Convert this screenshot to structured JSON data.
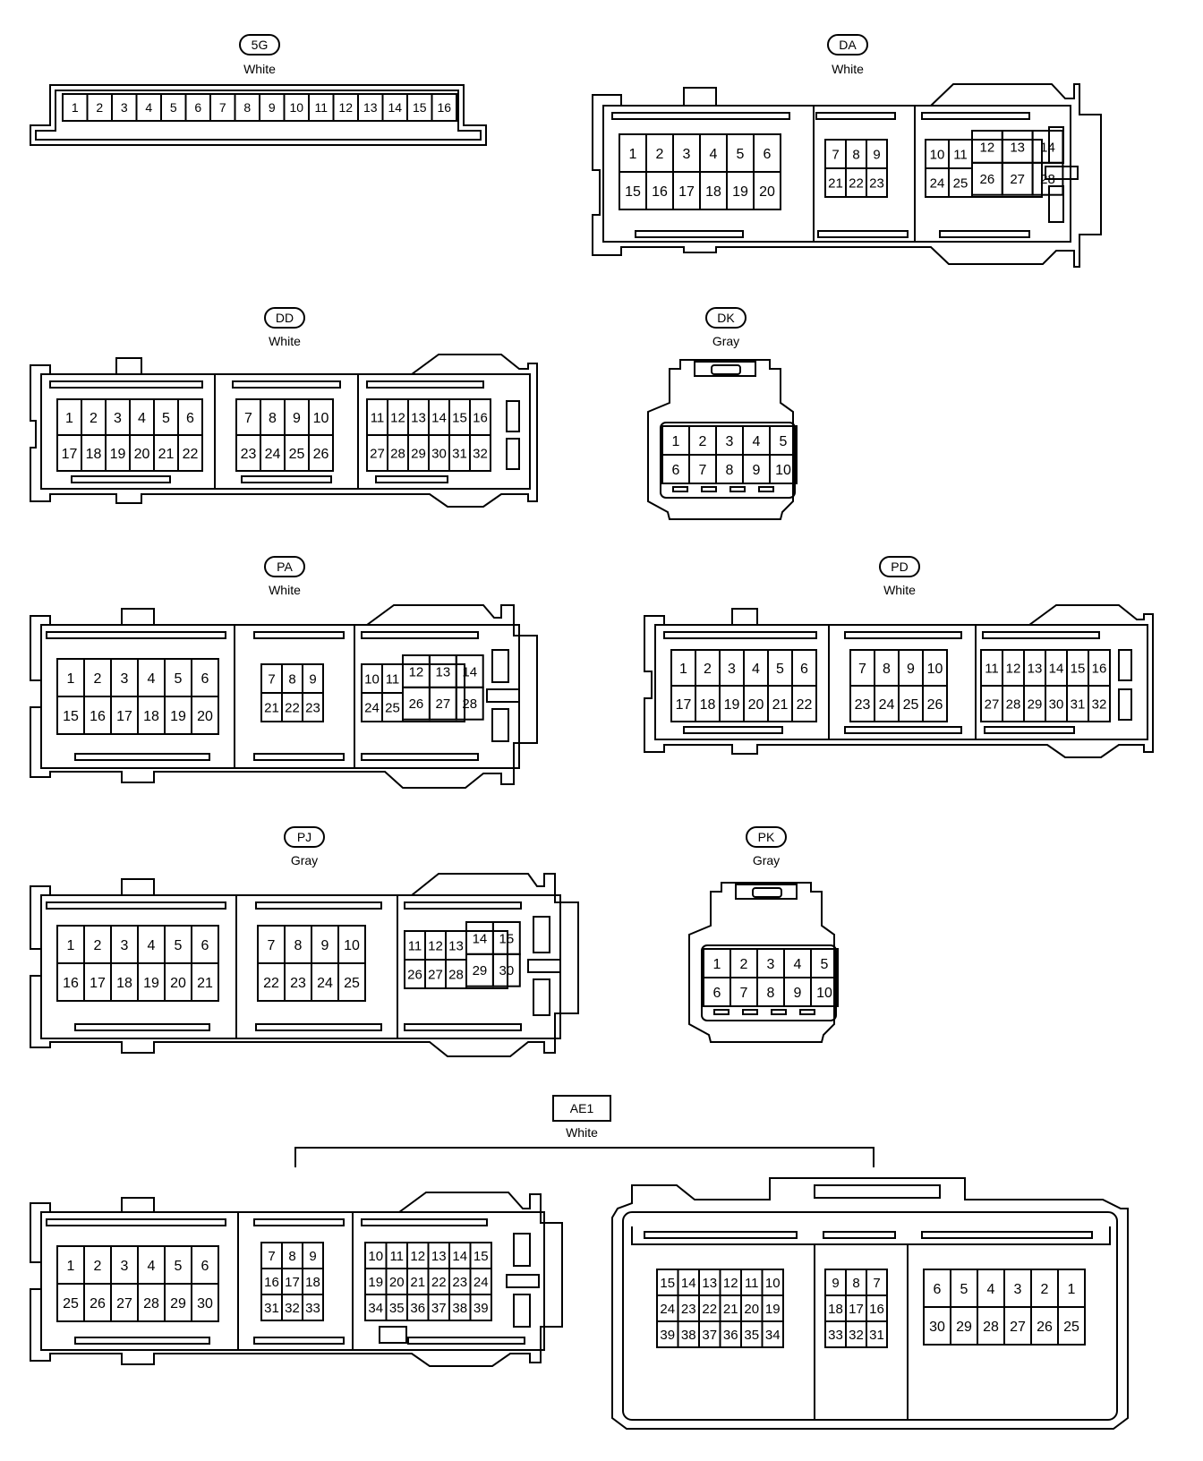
{
  "connectors": {
    "c5g": {
      "id": "5G",
      "color": "White",
      "rows": [
        [
          "1",
          "2",
          "3",
          "4",
          "5",
          "6",
          "7",
          "8",
          "9",
          "10",
          "11",
          "12",
          "13",
          "14",
          "15",
          "16"
        ]
      ]
    },
    "cda": {
      "id": "DA",
      "color": "White",
      "g1": [
        [
          "1",
          "2",
          "3",
          "4",
          "5",
          "6"
        ],
        [
          "15",
          "16",
          "17",
          "18",
          "19",
          "20"
        ]
      ],
      "g2": [
        [
          "7",
          "8",
          "9"
        ],
        [
          "21",
          "22",
          "23"
        ]
      ],
      "g3": [
        [
          "10",
          "11",
          "12",
          "13",
          "14"
        ],
        [
          "24",
          "25",
          "26",
          "27",
          "28"
        ]
      ]
    },
    "cdd": {
      "id": "DD",
      "color": "White",
      "g1": [
        [
          "1",
          "2",
          "3",
          "4",
          "5",
          "6"
        ],
        [
          "17",
          "18",
          "19",
          "20",
          "21",
          "22"
        ]
      ],
      "g2": [
        [
          "7",
          "8",
          "9",
          "10"
        ],
        [
          "23",
          "24",
          "25",
          "26"
        ]
      ],
      "g3": [
        [
          "11",
          "12",
          "13",
          "14",
          "15",
          "16"
        ],
        [
          "27",
          "28",
          "29",
          "30",
          "31",
          "32"
        ]
      ]
    },
    "cdk": {
      "id": "DK",
      "color": "Gray",
      "g1": [
        [
          "1",
          "2",
          "3",
          "4",
          "5"
        ],
        [
          "6",
          "7",
          "8",
          "9",
          "10"
        ]
      ]
    },
    "cpa": {
      "id": "PA",
      "color": "White",
      "g1": [
        [
          "1",
          "2",
          "3",
          "4",
          "5",
          "6"
        ],
        [
          "15",
          "16",
          "17",
          "18",
          "19",
          "20"
        ]
      ],
      "g2": [
        [
          "7",
          "8",
          "9"
        ],
        [
          "21",
          "22",
          "23"
        ]
      ],
      "g3": [
        [
          "10",
          "11",
          "12",
          "13",
          "14"
        ],
        [
          "24",
          "25",
          "26",
          "27",
          "28"
        ]
      ]
    },
    "cpd": {
      "id": "PD",
      "color": "White",
      "g1": [
        [
          "1",
          "2",
          "3",
          "4",
          "5",
          "6"
        ],
        [
          "17",
          "18",
          "19",
          "20",
          "21",
          "22"
        ]
      ],
      "g2": [
        [
          "7",
          "8",
          "9",
          "10"
        ],
        [
          "23",
          "24",
          "25",
          "26"
        ]
      ],
      "g3": [
        [
          "11",
          "12",
          "13",
          "14",
          "15",
          "16"
        ],
        [
          "27",
          "28",
          "29",
          "30",
          "31",
          "32"
        ]
      ]
    },
    "cpj": {
      "id": "PJ",
      "color": "Gray",
      "g1": [
        [
          "1",
          "2",
          "3",
          "4",
          "5",
          "6"
        ],
        [
          "16",
          "17",
          "18",
          "19",
          "20",
          "21"
        ]
      ],
      "g2": [
        [
          "7",
          "8",
          "9",
          "10"
        ],
        [
          "22",
          "23",
          "24",
          "25"
        ]
      ],
      "g3": [
        [
          "11",
          "12",
          "13",
          "14",
          "15"
        ],
        [
          "26",
          "27",
          "28",
          "29",
          "30"
        ]
      ]
    },
    "cpk": {
      "id": "PK",
      "color": "Gray",
      "g1": [
        [
          "1",
          "2",
          "3",
          "4",
          "5"
        ],
        [
          "6",
          "7",
          "8",
          "9",
          "10"
        ]
      ]
    },
    "cae1": {
      "id": "AE1",
      "color": "White",
      "lg1": [
        [
          "1",
          "2",
          "3",
          "4",
          "5",
          "6"
        ],
        [
          "25",
          "26",
          "27",
          "28",
          "29",
          "30"
        ]
      ],
      "lg2": [
        [
          "7",
          "8",
          "9"
        ],
        [
          "16",
          "17",
          "18"
        ],
        [
          "31",
          "32",
          "33"
        ]
      ],
      "lg3": [
        [
          "10",
          "11",
          "12",
          "13",
          "14",
          "15"
        ],
        [
          "19",
          "20",
          "21",
          "22",
          "23",
          "24"
        ],
        [
          "34",
          "35",
          "36",
          "37",
          "38",
          "39"
        ]
      ],
      "rg1": [
        [
          "15",
          "14",
          "13",
          "12",
          "11",
          "10"
        ],
        [
          "24",
          "23",
          "22",
          "21",
          "20",
          "19"
        ],
        [
          "39",
          "38",
          "37",
          "36",
          "35",
          "34"
        ]
      ],
      "rg2": [
        [
          "9",
          "8",
          "7"
        ],
        [
          "18",
          "17",
          "16"
        ],
        [
          "33",
          "32",
          "31"
        ]
      ],
      "rg3": [
        [
          "6",
          "5",
          "4",
          "3",
          "2",
          "1"
        ],
        [
          "30",
          "29",
          "28",
          "27",
          "26",
          "25"
        ]
      ]
    }
  }
}
